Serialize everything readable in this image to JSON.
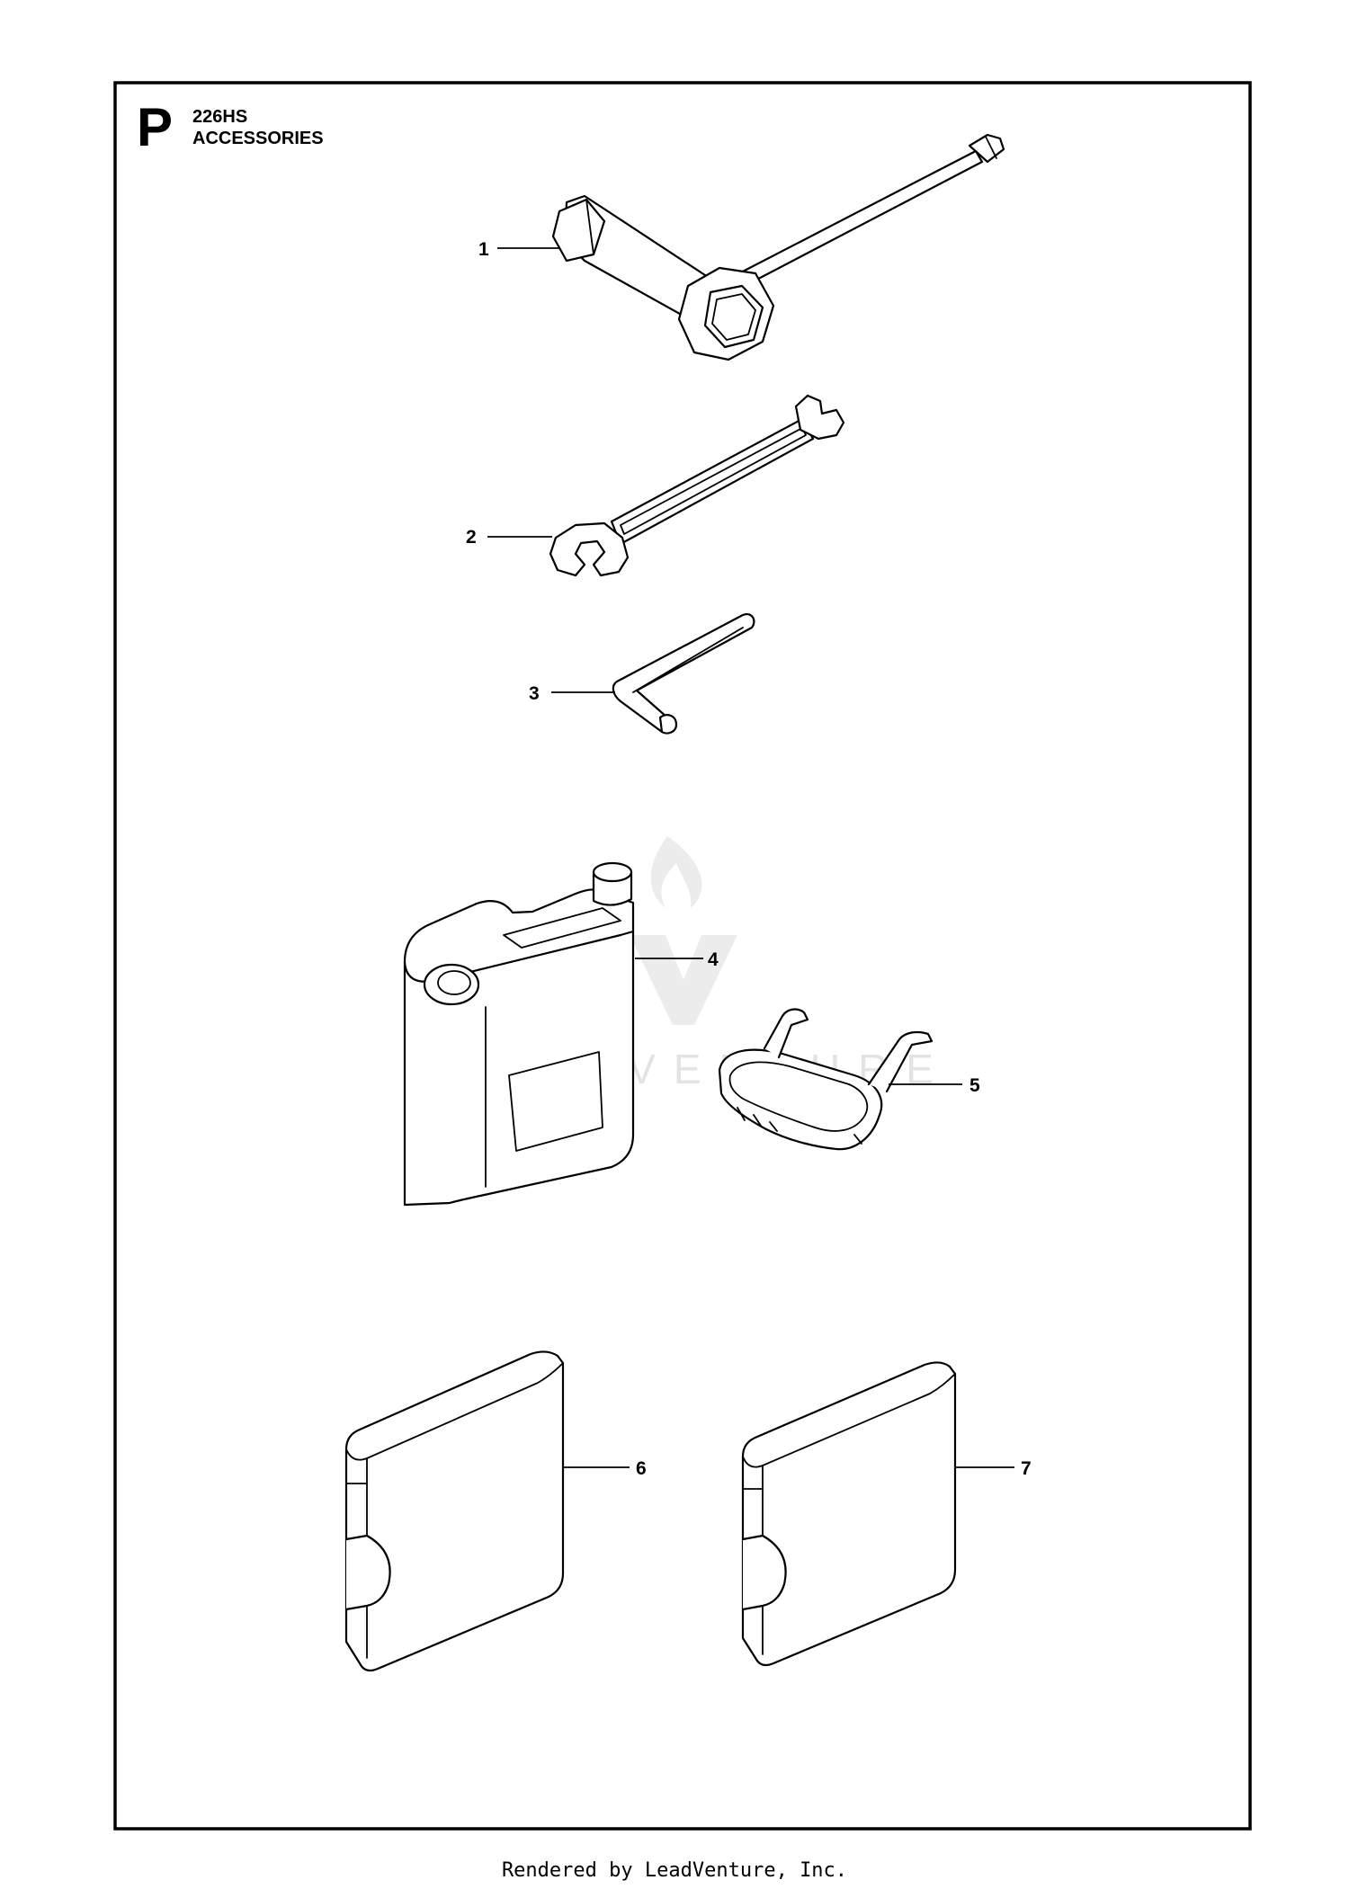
{
  "header": {
    "section_letter": "P",
    "model": "226HS",
    "title": "ACCESSORIES"
  },
  "watermark": {
    "text": "LEADVENTURE"
  },
  "callouts": [
    "1",
    "2",
    "3",
    "4",
    "5",
    "6",
    "7"
  ],
  "footer": {
    "text": "Rendered by LeadVenture, Inc."
  }
}
